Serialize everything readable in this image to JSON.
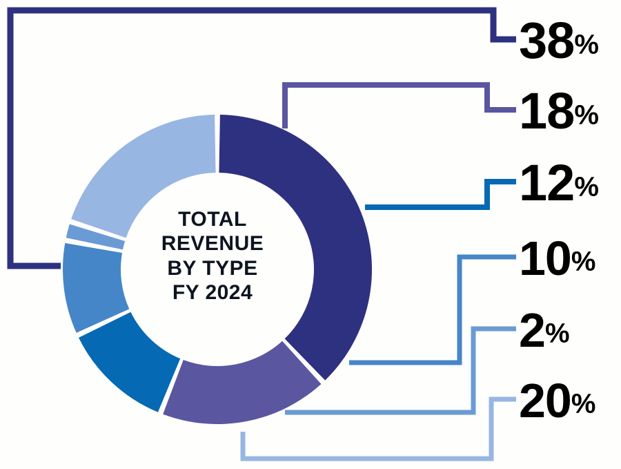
{
  "chart_data": {
    "type": "pie",
    "variant": "donut",
    "title": "TOTAL REVENUE BY TYPE FY 2024",
    "title_lines": [
      "TOTAL",
      "REVENUE",
      "BY TYPE",
      "FY 2024"
    ],
    "unit": "%",
    "total": 100,
    "xlabel": "",
    "ylabel": "",
    "legend": "leader-lines-right",
    "grid": false,
    "categories": [
      "38%",
      "18%",
      "12%",
      "10%",
      "2%",
      "20%"
    ],
    "values": [
      38,
      18,
      12,
      10,
      2,
      20
    ],
    "colors": [
      "#2e3180",
      "#5a56a0",
      "#0569b4",
      "#4586c8",
      "#6b9bd4",
      "#98b6e2"
    ],
    "slices": [
      {
        "label": "38%",
        "value": 38,
        "color": "#2e3180",
        "start_angle": 0,
        "end_angle": 136.8
      },
      {
        "label": "18%",
        "value": 18,
        "color": "#5a56a0",
        "start_angle": 316.8,
        "end_angle": 0
      },
      {
        "label": "12%",
        "value": 12,
        "color": "#0569b4",
        "start_angle": 273.6,
        "end_angle": 316.8
      },
      {
        "label": "10%",
        "value": 10,
        "color": "#4586c8",
        "start_angle": 237.6,
        "end_angle": 273.6
      },
      {
        "label": "2%",
        "value": 2,
        "color": "#6b9bd4",
        "start_angle": 230.4,
        "end_angle": 237.6
      },
      {
        "label": "20%",
        "value": 20,
        "color": "#98b6e2",
        "start_angle": 158.4,
        "end_angle": 230.4
      }
    ]
  },
  "center": {
    "line1": "TOTAL",
    "line2": "REVENUE",
    "line3": "BY TYPE",
    "line4": "FY 2024"
  },
  "labels": [
    {
      "value": "38",
      "percent": "%",
      "color": "#2e3180"
    },
    {
      "value": "18",
      "percent": "%",
      "color": "#5a56a0"
    },
    {
      "value": "12",
      "percent": "%",
      "color": "#0569b4"
    },
    {
      "value": "10",
      "percent": "%",
      "color": "#4586c8"
    },
    {
      "value": "2",
      "percent": "%",
      "color": "#6b9bd4"
    },
    {
      "value": "20",
      "percent": "%",
      "color": "#98b6e2"
    }
  ],
  "theme": {
    "background": "#fefefc",
    "text": "#0d1420"
  }
}
